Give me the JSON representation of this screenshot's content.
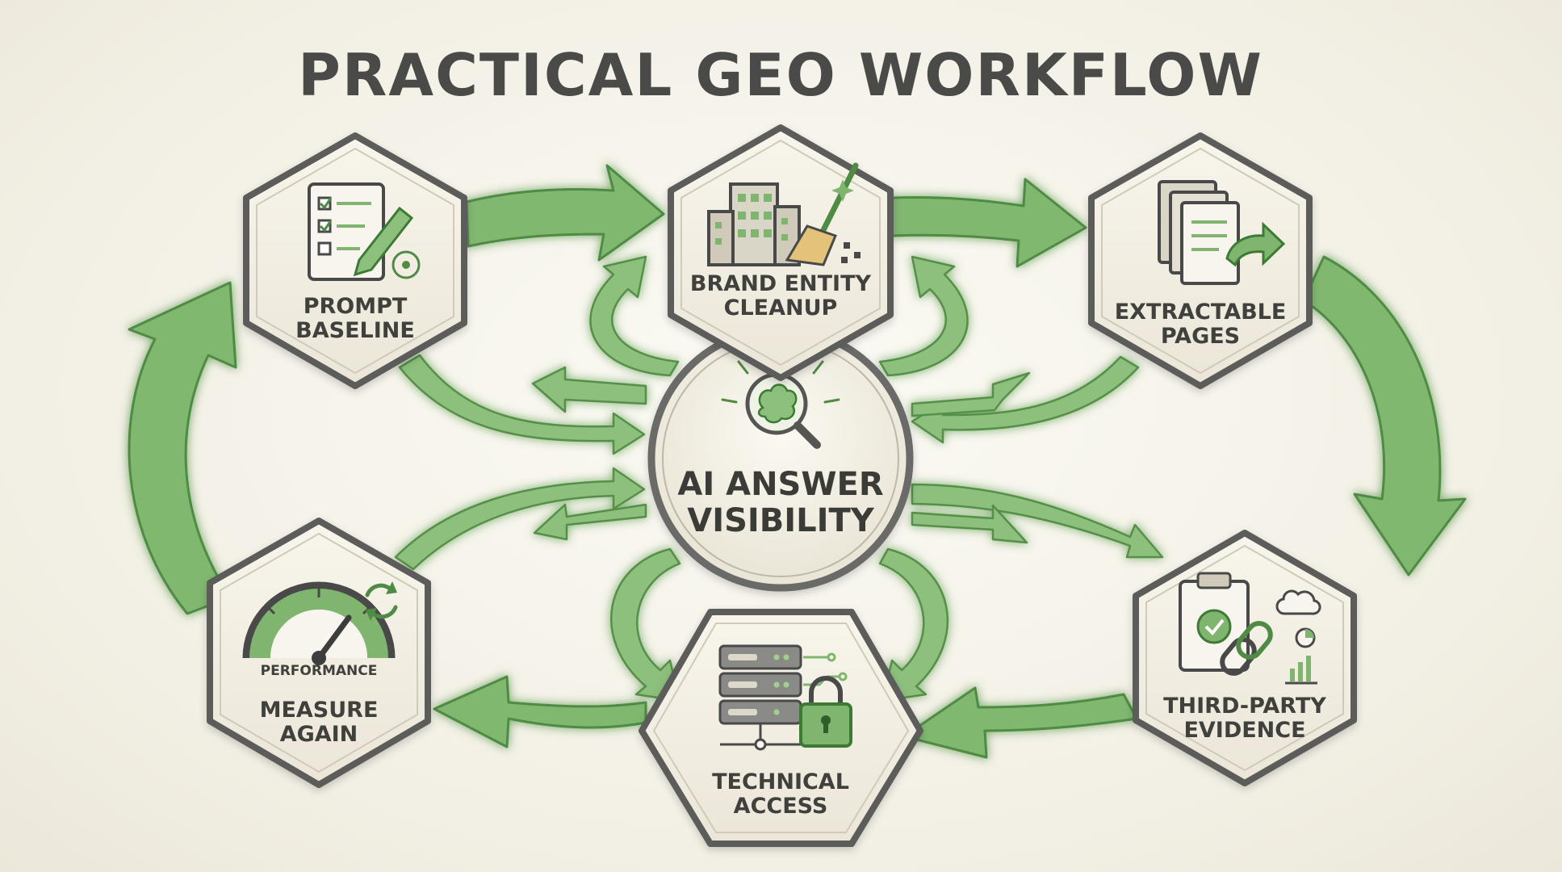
{
  "title": "PRACTICAL GEO WORKFLOW",
  "center": {
    "line1": "AI ANSWER",
    "line2": "VISIBILITY",
    "icon": "brain-magnifier-icon"
  },
  "nodes": [
    {
      "id": "prompt-baseline",
      "line1": "PROMPT",
      "line2": "BASELINE",
      "icon": "checklist-pencil-icon"
    },
    {
      "id": "brand-entity-cleanup",
      "line1": "BRAND ENTITY",
      "line2": "CLEANUP",
      "icon": "building-broom-icon"
    },
    {
      "id": "extractable-pages",
      "line1": "EXTRACTABLE",
      "line2": "PAGES",
      "icon": "documents-arrow-icon"
    },
    {
      "id": "third-party-evidence",
      "line1": "THIRD-PARTY",
      "line2": "EVIDENCE",
      "icon": "clipboard-link-icon"
    },
    {
      "id": "technical-access",
      "line1": "TECHNICAL",
      "line2": "ACCESS",
      "icon": "server-lock-icon"
    },
    {
      "id": "measure-again",
      "line1": "MEASURE",
      "line2": "AGAIN",
      "icon": "gauge-icon",
      "gauge_label": "PERFORMANCE"
    }
  ],
  "colors": {
    "arrow_fill": "#7fb56e",
    "arrow_stroke": "#4e8a42",
    "node_fill": "#f3efe4",
    "node_stroke": "#5c5c5a",
    "text": "#3f3f3d",
    "accent_dark": "#2f6b2e"
  }
}
